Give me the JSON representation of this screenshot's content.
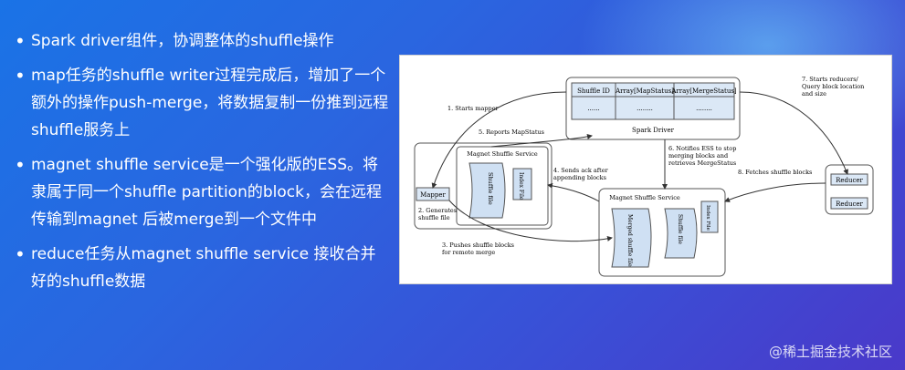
{
  "bullets": [
    "Spark driver组件，协调整体的shuffle操作",
    "map任务的shuffle writer过程完成后，增加了一个额外的操作push-merge，将数据复制一份推到远程shuffle服务上",
    "magnet shuffle service是一个强化版的ESS。将隶属于同一个shuffle partition的block，会在远程传输到magnet 后被merge到一个文件中",
    "reduce任务从magnet shuffle service 接收合并好的shuffle数据"
  ],
  "diagram": {
    "driver_table_headers": [
      "Shuffle ID",
      "Array[MapStatus]",
      "Array[MergeStatus]"
    ],
    "driver_table_cells": [
      "......",
      "........",
      "........"
    ],
    "driver_label": "Spark Driver",
    "mapper_label": "Mapper",
    "reducer_label_1": "Reducer",
    "reducer_label_2": "Reducer",
    "mss_left_label": "Magnet Shuffle Service",
    "mss_right_label": "Magnet Shuffle Service",
    "shuffle_file": "Shuffle file",
    "index_file": "Index File",
    "merged_shuffle_file": "Merged shuffle file",
    "step1": "1. Starts mapper",
    "step2_line1": "2. Generates",
    "step2_line2": "shuffle file",
    "step3_line1": "3. Pushes shuffle blocks",
    "step3_line2": "for remote merge",
    "step4_line1": "4. Sends ack after",
    "step4_line2": "appending blocks",
    "step5": "5. Reports MapStatus",
    "step6_line1": "6. Notifies ESS to stop",
    "step6_line2": "merging blocks and",
    "step6_line3": "retrieves MergeStatus",
    "step7_line1": "7. Starts reducers/",
    "step7_line2": "Query block location",
    "step7_line3": "and size",
    "step8": "8. Fetches shuffle blocks"
  },
  "watermark": "@稀土掘金技术社区"
}
